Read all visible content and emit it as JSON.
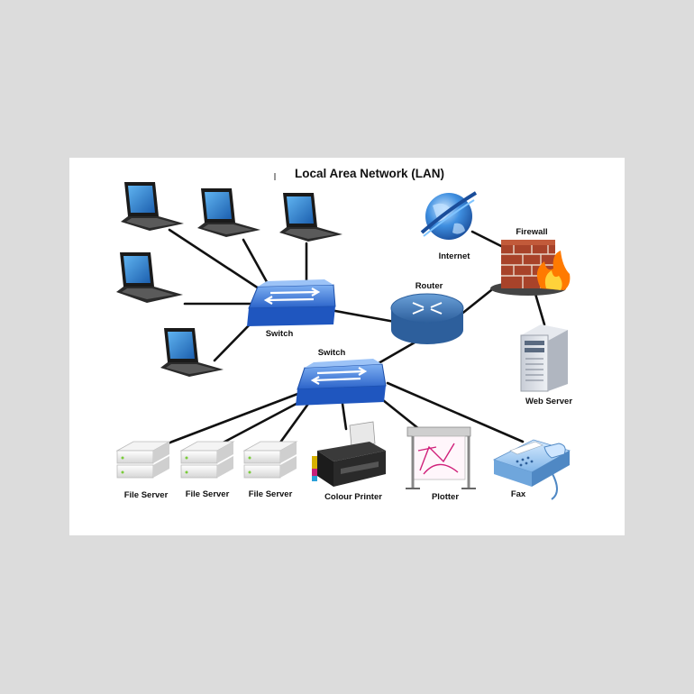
{
  "title": "Local Area Network (LAN)",
  "labels": {
    "switch_top": "Switch",
    "switch_bottom": "Switch",
    "router": "Router",
    "internet": "Internet",
    "firewall": "Firewall",
    "web_server": "Web Server",
    "file_server_1": "File Server",
    "file_server_2": "File Server",
    "file_server_3": "File Server",
    "colour_printer": "Colour Printer",
    "plotter": "Plotter",
    "fax": "Fax"
  },
  "colors": {
    "switch": "#2f6fd6",
    "router": "#3f78b8",
    "firewall_brick": "#a8432a",
    "screen": "#2b7fd0",
    "plotter_accent": "#d0207a"
  }
}
